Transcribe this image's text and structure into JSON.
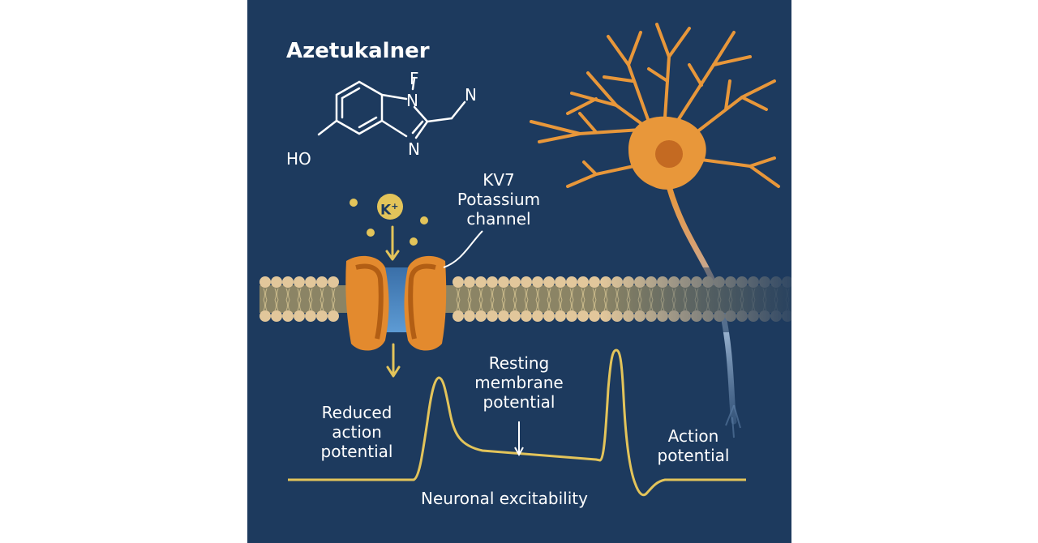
{
  "compound": {
    "name": "Azetukalner",
    "atoms": {
      "f": "F",
      "n1": "N",
      "n2": "N",
      "n3": "N",
      "ho": "HO"
    }
  },
  "ion": {
    "label": "K",
    "charge": "+"
  },
  "channel": {
    "label_line1": "KV7",
    "label_line2": "Potassium",
    "label_line3": "channel"
  },
  "trace": {
    "reduced_line1": "Reduced",
    "reduced_line2": "action",
    "reduced_line3": "potential",
    "resting_line1": "Resting",
    "resting_line2": "membrane",
    "resting_line3": "potential",
    "action_line1": "Action",
    "action_line2": "potential",
    "caption": "Neuronal excitability"
  },
  "colors": {
    "background": "#1d3a5e",
    "neuron": "#e8973a",
    "channel": "#e38a2e",
    "trace": "#e3c45a",
    "membrane_head": "#e2c79b"
  }
}
